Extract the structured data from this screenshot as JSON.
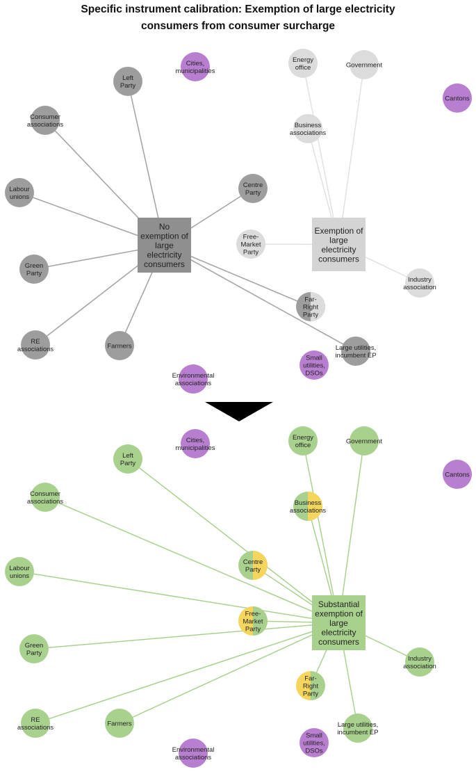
{
  "title": {
    "line1": "Specific instrument calibration: Exemption of large electricity",
    "line2": "consumers from consumer surcharge"
  },
  "colors": {
    "dark_grey": "#9d9d9d",
    "light_grey": "#dcdcdc",
    "purple": "#b87fd0",
    "green": "#a9d18e",
    "yellow": "#f6d55c",
    "dark_box": "#8f8f8f",
    "light_box": "#d4d4d4",
    "dark_line": "#a6a6a6",
    "light_line": "#e1e1e1",
    "green_line": "#a9d18e",
    "arrow": "#000000"
  },
  "panels": [
    {
      "name": "before",
      "boxes": [
        {
          "id": "no-exemption",
          "lines": [
            "No",
            "exemption of",
            "large",
            "electricity",
            "consumers"
          ],
          "style": "dark_box"
        },
        {
          "id": "exemption",
          "lines": [
            "Exemption of",
            "large",
            "electricity",
            "consumers"
          ],
          "style": "light_box"
        }
      ],
      "actors": [
        {
          "id": "left-party",
          "lines": [
            "Left",
            "Party"
          ],
          "fill": "dark_grey",
          "box": "no-exemption"
        },
        {
          "id": "consumer-associations",
          "lines": [
            "Consumer",
            "associations"
          ],
          "fill": "dark_grey",
          "box": "no-exemption"
        },
        {
          "id": "labour-unions",
          "lines": [
            "Labour",
            "unions"
          ],
          "fill": "dark_grey",
          "box": "no-exemption"
        },
        {
          "id": "green-party",
          "lines": [
            "Green",
            "Party"
          ],
          "fill": "dark_grey",
          "box": "no-exemption"
        },
        {
          "id": "re-associations",
          "lines": [
            "RE",
            "associations"
          ],
          "fill": "dark_grey",
          "box": "no-exemption"
        },
        {
          "id": "farmers",
          "lines": [
            "Farmers"
          ],
          "fill": "dark_grey",
          "box": "no-exemption"
        },
        {
          "id": "centre-party",
          "lines": [
            "Centre",
            "Party"
          ],
          "fill": "dark_grey",
          "box": "no-exemption"
        },
        {
          "id": "far-right-party",
          "lines": [
            "Far-",
            "Right",
            "Party"
          ],
          "fill": "dark_grey",
          "fill2": "light_grey",
          "box": "no-exemption"
        },
        {
          "id": "large-utilities",
          "lines": [
            "Large utilities,",
            "incumbent EP"
          ],
          "fill": "dark_grey",
          "box": "no-exemption"
        },
        {
          "id": "energy-office",
          "lines": [
            "Energy",
            "office"
          ],
          "fill": "light_grey",
          "box": "exemption"
        },
        {
          "id": "government",
          "lines": [
            "Government"
          ],
          "fill": "light_grey",
          "box": "exemption"
        },
        {
          "id": "business-associations",
          "lines": [
            "Business",
            "associations"
          ],
          "fill": "light_grey",
          "box": "exemption"
        },
        {
          "id": "free-market-party",
          "lines": [
            "Free-",
            "Market",
            "Party"
          ],
          "fill": "light_grey",
          "box": "exemption"
        },
        {
          "id": "industry-association",
          "lines": [
            "Industry",
            "association"
          ],
          "fill": "light_grey",
          "box": "exemption"
        },
        {
          "id": "cities-municipalities",
          "lines": [
            "Cities,",
            "municipalities"
          ],
          "fill": "purple"
        },
        {
          "id": "cantons",
          "lines": [
            "Cantons"
          ],
          "fill": "purple"
        },
        {
          "id": "small-utilities",
          "lines": [
            "Small",
            "utilities,",
            "DSOs"
          ],
          "fill": "purple"
        },
        {
          "id": "environmental-associations",
          "lines": [
            "Environmental",
            "associations"
          ],
          "fill": "purple"
        }
      ]
    },
    {
      "name": "after",
      "boxes": [
        {
          "id": "substantial-exemption",
          "lines": [
            "Substantial",
            "exemption of",
            "large",
            "electricity",
            "consumers"
          ],
          "style": "green"
        }
      ],
      "actors": [
        {
          "id": "left-party",
          "lines": [
            "Left",
            "Party"
          ],
          "fill": "green",
          "box": "substantial-exemption"
        },
        {
          "id": "consumer-associations",
          "lines": [
            "Consumer",
            "associations"
          ],
          "fill": "green",
          "box": "substantial-exemption"
        },
        {
          "id": "labour-unions",
          "lines": [
            "Labour",
            "unions"
          ],
          "fill": "green",
          "box": "substantial-exemption"
        },
        {
          "id": "green-party",
          "lines": [
            "Green",
            "Party"
          ],
          "fill": "green",
          "box": "substantial-exemption"
        },
        {
          "id": "re-associations",
          "lines": [
            "RE",
            "associations"
          ],
          "fill": "green",
          "box": "substantial-exemption"
        },
        {
          "id": "farmers",
          "lines": [
            "Farmers"
          ],
          "fill": "green",
          "box": "substantial-exemption"
        },
        {
          "id": "centre-party",
          "lines": [
            "Centre",
            "Party"
          ],
          "fill": "green",
          "fill2": "yellow",
          "box": "substantial-exemption"
        },
        {
          "id": "free-market-party",
          "lines": [
            "Free-",
            "Market",
            "Party"
          ],
          "fill": "yellow",
          "fill2": "green",
          "box": "substantial-exemption"
        },
        {
          "id": "far-right-party",
          "lines": [
            "Far-",
            "Right",
            "Party"
          ],
          "fill": "yellow",
          "fill2": "green",
          "box": "substantial-exemption"
        },
        {
          "id": "business-associations",
          "lines": [
            "Business",
            "associations"
          ],
          "fill": "green",
          "fill2": "yellow",
          "box": "substantial-exemption"
        },
        {
          "id": "energy-office",
          "lines": [
            "Energy",
            "office"
          ],
          "fill": "green",
          "box": "substantial-exemption"
        },
        {
          "id": "government",
          "lines": [
            "Government"
          ],
          "fill": "green",
          "box": "substantial-exemption"
        },
        {
          "id": "industry-association",
          "lines": [
            "Industry",
            "association"
          ],
          "fill": "green",
          "box": "substantial-exemption"
        },
        {
          "id": "large-utilities",
          "lines": [
            "Large utilities,",
            "incumbent EP"
          ],
          "fill": "green",
          "box": "substantial-exemption"
        },
        {
          "id": "cities-municipalities",
          "lines": [
            "Cities,",
            "municipalities"
          ],
          "fill": "purple"
        },
        {
          "id": "cantons",
          "lines": [
            "Cantons"
          ],
          "fill": "purple"
        },
        {
          "id": "small-utilities",
          "lines": [
            "Small",
            "utilities,",
            "DSOs"
          ],
          "fill": "purple"
        },
        {
          "id": "environmental-associations",
          "lines": [
            "Environmental",
            "associations"
          ],
          "fill": "purple"
        }
      ]
    }
  ]
}
